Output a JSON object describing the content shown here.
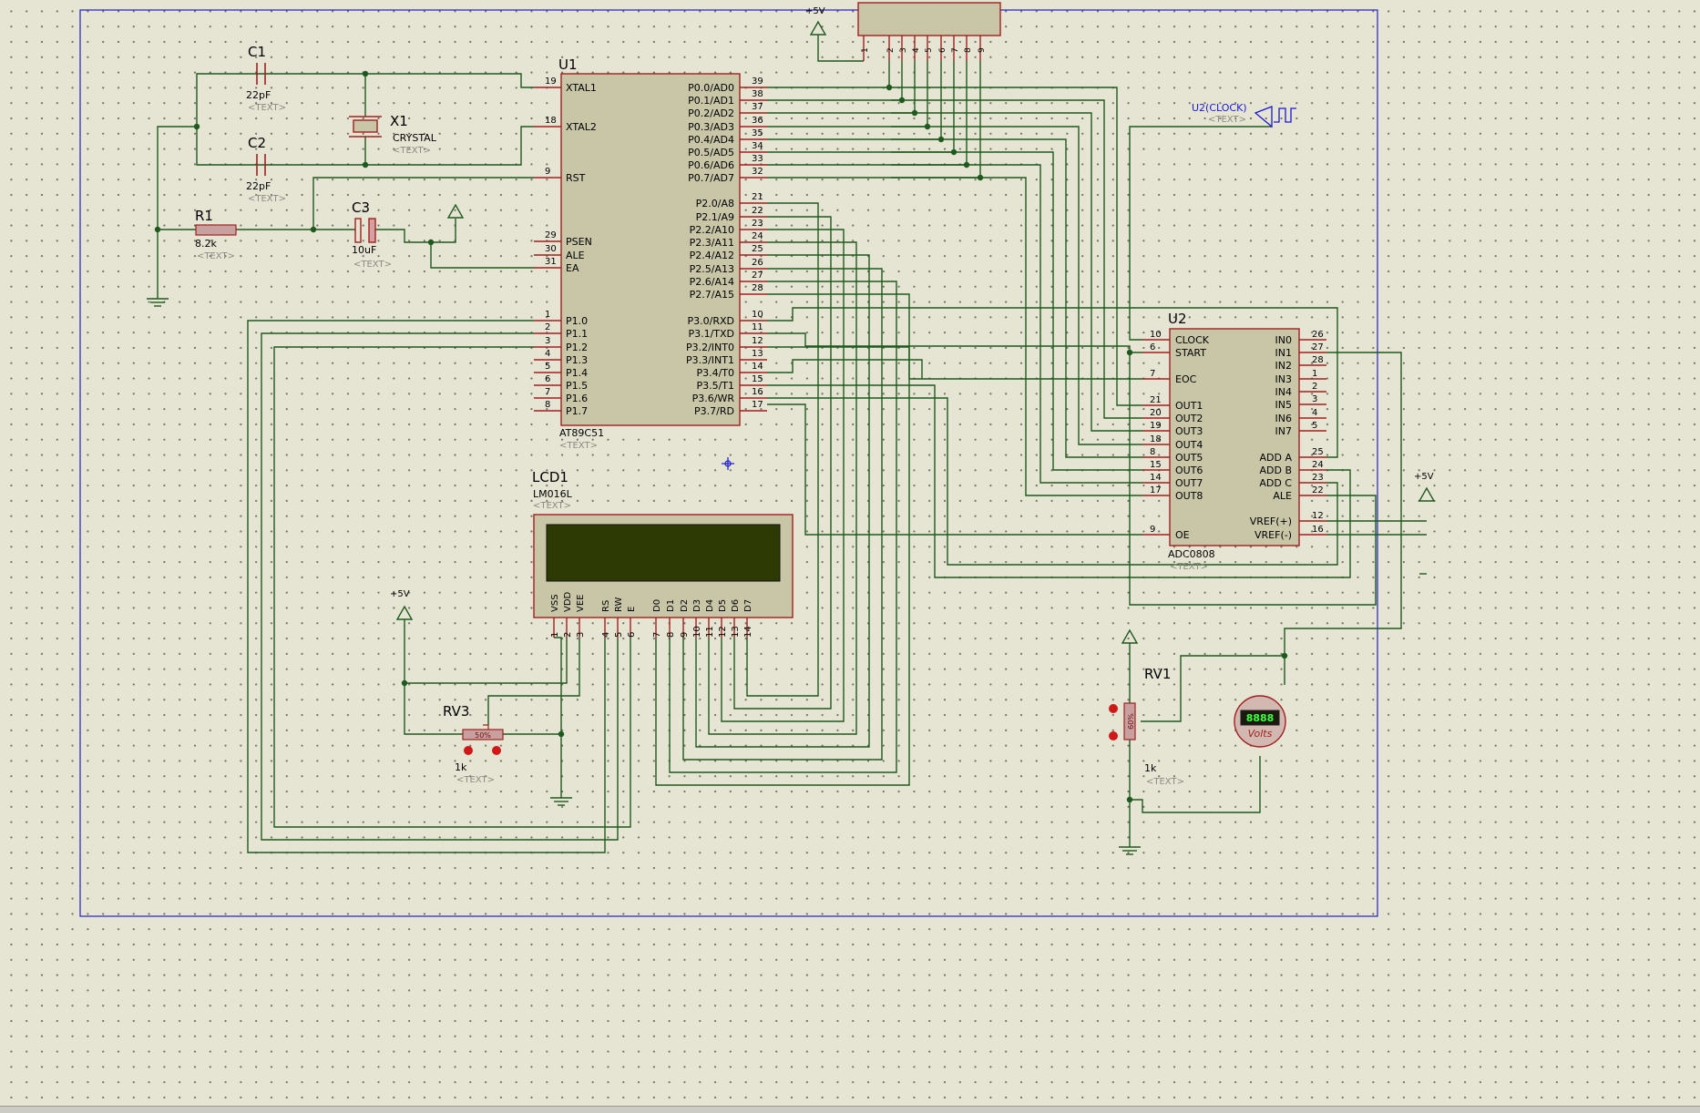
{
  "colors": {
    "wire": "#1e5a1e",
    "body_fill": "#c8c6a6",
    "body_stroke": "#a02020",
    "pin": "#a02020",
    "text": "#000000",
    "ref_text": "#1a1a1a",
    "placeholder": "#8a8a80",
    "frame": "#2020c0",
    "probe": "#1a1ad0",
    "lcd_screen": "#2e3a04"
  },
  "power": {
    "vcc_label": "+5V"
  },
  "placeholder": "<TEXT>",
  "u1": {
    "ref": "U1",
    "part": "AT89C51",
    "left_pins": [
      {
        "num": "19",
        "name": "XTAL1"
      },
      {
        "num": "18",
        "name": "XTAL2"
      },
      {
        "num": "9",
        "name": "RST"
      },
      {
        "num": "29",
        "name": "PSEN"
      },
      {
        "num": "30",
        "name": "ALE"
      },
      {
        "num": "31",
        "name": "EA"
      },
      {
        "num": "1",
        "name": "P1.0"
      },
      {
        "num": "2",
        "name": "P1.1"
      },
      {
        "num": "3",
        "name": "P1.2"
      },
      {
        "num": "4",
        "name": "P1.3"
      },
      {
        "num": "5",
        "name": "P1.4"
      },
      {
        "num": "6",
        "name": "P1.5"
      },
      {
        "num": "7",
        "name": "P1.6"
      },
      {
        "num": "8",
        "name": "P1.7"
      }
    ],
    "right_pins": [
      {
        "num": "39",
        "name": "P0.0/AD0"
      },
      {
        "num": "38",
        "name": "P0.1/AD1"
      },
      {
        "num": "37",
        "name": "P0.2/AD2"
      },
      {
        "num": "36",
        "name": "P0.3/AD3"
      },
      {
        "num": "35",
        "name": "P0.4/AD4"
      },
      {
        "num": "34",
        "name": "P0.5/AD5"
      },
      {
        "num": "33",
        "name": "P0.6/AD6"
      },
      {
        "num": "32",
        "name": "P0.7/AD7"
      },
      {
        "num": "21",
        "name": "P2.0/A8"
      },
      {
        "num": "22",
        "name": "P2.1/A9"
      },
      {
        "num": "23",
        "name": "P2.2/A10"
      },
      {
        "num": "24",
        "name": "P2.3/A11"
      },
      {
        "num": "25",
        "name": "P2.4/A12"
      },
      {
        "num": "26",
        "name": "P2.5/A13"
      },
      {
        "num": "27",
        "name": "P2.6/A14"
      },
      {
        "num": "28",
        "name": "P2.7/A15"
      },
      {
        "num": "10",
        "name": "P3.0/RXD"
      },
      {
        "num": "11",
        "name": "P3.1/TXD"
      },
      {
        "num": "12",
        "name": "P3.2/INT0"
      },
      {
        "num": "13",
        "name": "P3.3/INT1"
      },
      {
        "num": "14",
        "name": "P3.4/T0"
      },
      {
        "num": "15",
        "name": "P3.5/T1"
      },
      {
        "num": "16",
        "name": "P3.6/WR"
      },
      {
        "num": "17",
        "name": "P3.7/RD"
      }
    ]
  },
  "u2": {
    "ref": "U2",
    "part": "ADC0808",
    "left_pins": [
      {
        "num": "10",
        "name": "CLOCK"
      },
      {
        "num": "6",
        "name": "START"
      },
      {
        "num": "7",
        "name": "EOC"
      },
      {
        "num": "21",
        "name": "OUT1"
      },
      {
        "num": "20",
        "name": "OUT2"
      },
      {
        "num": "19",
        "name": "OUT3"
      },
      {
        "num": "18",
        "name": "OUT4"
      },
      {
        "num": "8",
        "name": "OUT5"
      },
      {
        "num": "15",
        "name": "OUT6"
      },
      {
        "num": "14",
        "name": "OUT7"
      },
      {
        "num": "17",
        "name": "OUT8"
      },
      {
        "num": "9",
        "name": "OE"
      }
    ],
    "right_pins": [
      {
        "num": "26",
        "name": "IN0"
      },
      {
        "num": "27",
        "name": "IN1"
      },
      {
        "num": "28",
        "name": "IN2"
      },
      {
        "num": "1",
        "name": "IN3"
      },
      {
        "num": "2",
        "name": "IN4"
      },
      {
        "num": "3",
        "name": "IN5"
      },
      {
        "num": "4",
        "name": "IN6"
      },
      {
        "num": "5",
        "name": "IN7"
      },
      {
        "num": "25",
        "name": "ADD A"
      },
      {
        "num": "24",
        "name": "ADD B"
      },
      {
        "num": "23",
        "name": "ADD C"
      },
      {
        "num": "22",
        "name": "ALE"
      },
      {
        "num": "12",
        "name": "VREF(+)"
      },
      {
        "num": "16",
        "name": "VREF(-)"
      }
    ]
  },
  "lcd": {
    "ref": "LCD1",
    "part": "LM016L",
    "pins": [
      {
        "num": "1",
        "name": "VSS"
      },
      {
        "num": "2",
        "name": "VDD"
      },
      {
        "num": "3",
        "name": "VEE"
      },
      {
        "num": "4",
        "name": "RS"
      },
      {
        "num": "5",
        "name": "RW"
      },
      {
        "num": "6",
        "name": "E"
      },
      {
        "num": "7",
        "name": "D0"
      },
      {
        "num": "8",
        "name": "D1"
      },
      {
        "num": "9",
        "name": "D2"
      },
      {
        "num": "10",
        "name": "D3"
      },
      {
        "num": "11",
        "name": "D4"
      },
      {
        "num": "12",
        "name": "D5"
      },
      {
        "num": "13",
        "name": "D6"
      },
      {
        "num": "14",
        "name": "D7"
      }
    ]
  },
  "c1": {
    "ref": "C1",
    "value": "22pF"
  },
  "c2": {
    "ref": "C2",
    "value": "22pF"
  },
  "c3": {
    "ref": "C3",
    "value": "10uF"
  },
  "r1": {
    "ref": "R1",
    "value": "8.2k"
  },
  "x1": {
    "ref": "X1",
    "value": "CRYSTAL"
  },
  "rv1": {
    "ref": "RV1",
    "value": "1k",
    "pct": "60%"
  },
  "rv3": {
    "ref": "RV3",
    "value": "1k",
    "pct": "50%"
  },
  "header": {
    "pins": [
      "1",
      "2",
      "3",
      "4",
      "5",
      "6",
      "7",
      "8",
      "9"
    ]
  },
  "clock_gen": {
    "label": "U2(CLOCK)"
  },
  "voltmeter": {
    "unit": "Volts",
    "reading": "8888"
  }
}
